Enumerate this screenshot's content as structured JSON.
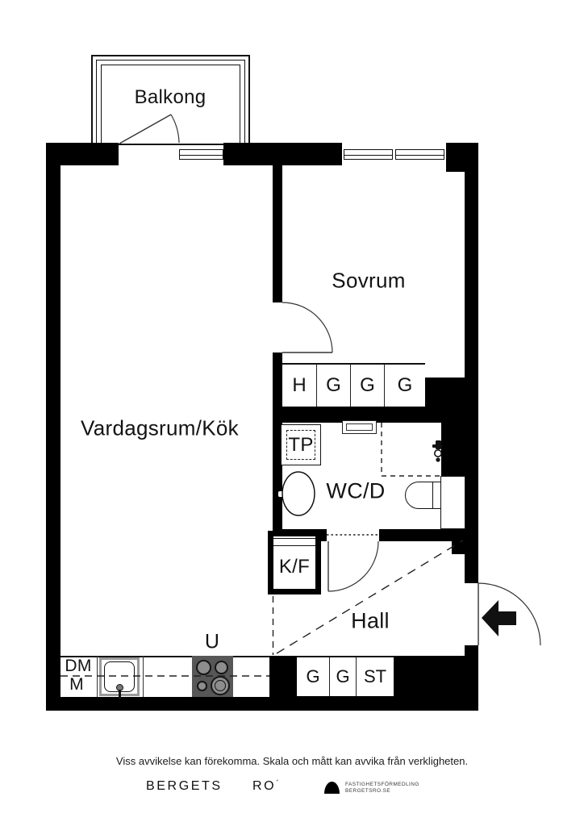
{
  "rooms": {
    "balcony": "Balkong",
    "bedroom": "Sovrum",
    "living_kitchen": "Vardagsrum/Kök",
    "bathroom": "WC/D",
    "hall": "Hall"
  },
  "fixtures": {
    "fridge_freezer": "K/F",
    "laundry_tower": "TP",
    "oven": "U",
    "dishwasher": "DM",
    "micro": "M"
  },
  "closets": {
    "bedroom_row": [
      "H",
      "G",
      "G",
      "G"
    ],
    "hall_row": [
      "G",
      "G",
      "ST"
    ]
  },
  "footer": {
    "disclaimer": "Viss avvikelse kan förekomma. Skala och mått kan avvika från verkligheten.",
    "brand_word1": "BERGETS",
    "brand_word2": "RO",
    "brand_accent": "´",
    "agency_line1": "FASTIGHETSFÖRMEDLING",
    "agency_line2": "BERGETSRO.SE"
  },
  "colors": {
    "wall": "#000000",
    "line": "#1a1a1a",
    "stove_fill": "#575757",
    "burner_fill": "#8d8d8d",
    "background": "#ffffff"
  }
}
